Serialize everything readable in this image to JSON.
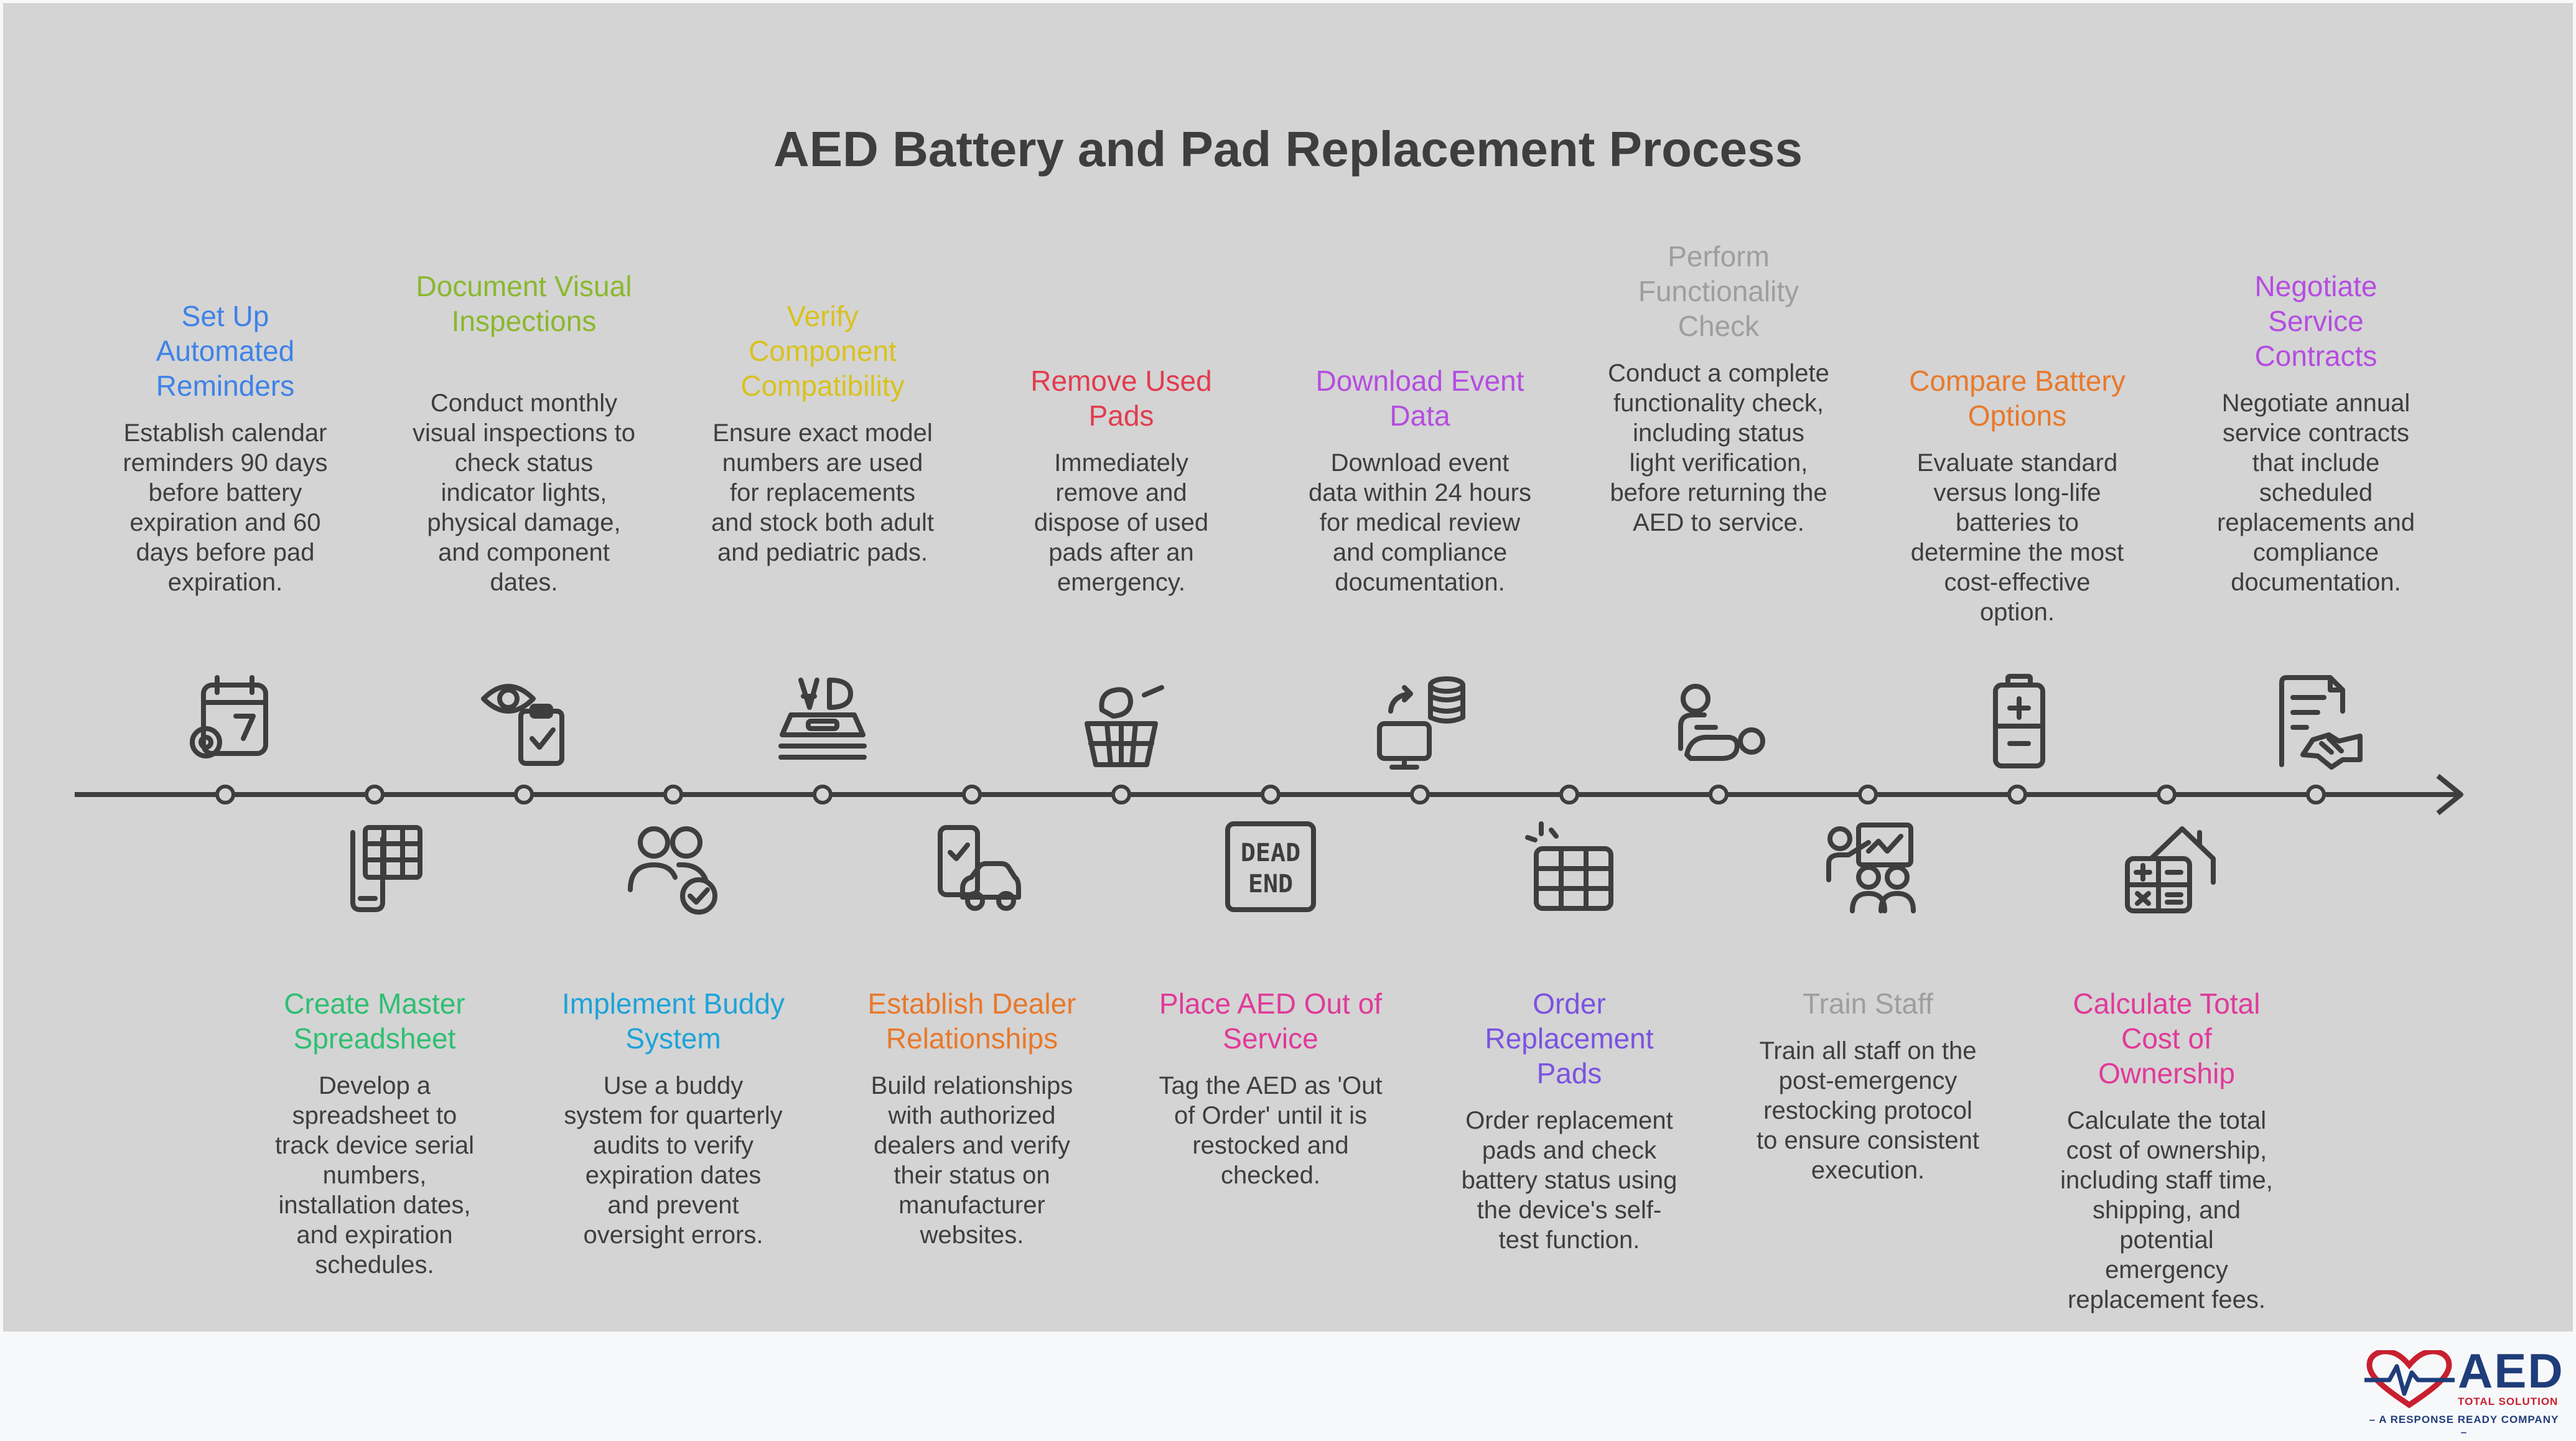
{
  "title": "AED Battery and Pad Replacement Process",
  "steps": [
    {
      "heading": "Set Up Automated Reminders",
      "description": "Establish calendar reminders 90 days before battery expiration and 60 days before pad expiration.",
      "color": "#3f82e8",
      "icon": "calendar-gear-icon"
    },
    {
      "heading": "Create Master Spreadsheet",
      "description": "Develop a spreadsheet to track device serial numbers, installation dates, and expiration schedules.",
      "color": "#2fbf71",
      "icon": "tablet-spreadsheet-icon"
    },
    {
      "heading": "Document Visual Inspections",
      "description": "Conduct monthly visual inspections to check status indicator lights, physical damage, and component dates.",
      "color": "#8ab82e",
      "icon": "eye-clipboard-icon"
    },
    {
      "heading": "Implement Buddy System",
      "description": "Use a buddy system for quarterly audits to verify expiration dates and prevent oversight errors.",
      "color": "#1ea3d8",
      "icon": "people-check-icon"
    },
    {
      "heading": "Verify Component Compatibility",
      "description": "Ensure exact model numbers are used for replacements and stock both adult and pediatric pads.",
      "color": "#d9c21f",
      "icon": "aed-device-icon"
    },
    {
      "heading": "Establish Dealer Relationships",
      "description": "Build relationships with authorized dealers and verify their status on manufacturer websites.",
      "color": "#e8792b",
      "icon": "phone-car-icon"
    },
    {
      "heading": "Remove Used Pads",
      "description": "Immediately remove and dispose of used pads after an emergency.",
      "color": "#e23c4f",
      "icon": "trash-basket-icon"
    },
    {
      "heading": "Place AED Out of Service",
      "description": "Tag the AED as 'Out of Order' until it is restocked and checked.",
      "color": "#e03a9a",
      "icon": "dead-end-sign-icon"
    },
    {
      "heading": "Download Event Data",
      "description": "Download event data within 24 hours for medical review and compliance documentation.",
      "color": "#b54de0",
      "icon": "computer-database-icon"
    },
    {
      "heading": "Order Replacement Pads",
      "description": "Order replacement pads and check battery status using the device's self-test function.",
      "color": "#7b52e0",
      "icon": "grid-sparkle-icon"
    },
    {
      "heading": "Perform Functionality Check",
      "description": "Conduct a complete functionality check, including status light verification, before returning the AED to service.",
      "color": "#9e9e9e",
      "icon": "person-check-icon"
    },
    {
      "heading": "Train Staff",
      "description": "Train all staff on the post-emergency restocking protocol to ensure consistent execution.",
      "color": "#9e9e9e",
      "icon": "teacher-board-icon"
    },
    {
      "heading": "Compare Battery Options",
      "description": "Evaluate standard versus long-life batteries to determine the most cost-effective option.",
      "color": "#e8792b",
      "icon": "battery-icon"
    },
    {
      "heading": "Calculate Total Cost of Ownership",
      "description": "Calculate the total cost of ownership, including staff time, shipping, and potential emergency replacement fees.",
      "color": "#e03a9a",
      "icon": "calculator-house-icon"
    },
    {
      "heading": "Negotiate Service Contracts",
      "description": "Negotiate annual service contracts that include scheduled replacements and compliance documentation.",
      "color": "#b54de0",
      "icon": "contract-handshake-icon"
    }
  ],
  "logo": {
    "word": "AED",
    "sub": "TOTAL SOLUTION",
    "tagline": "– A RESPONSE READY COMPANY –",
    "colors": {
      "navy": "#1f3d7a",
      "red": "#c8202f"
    }
  }
}
